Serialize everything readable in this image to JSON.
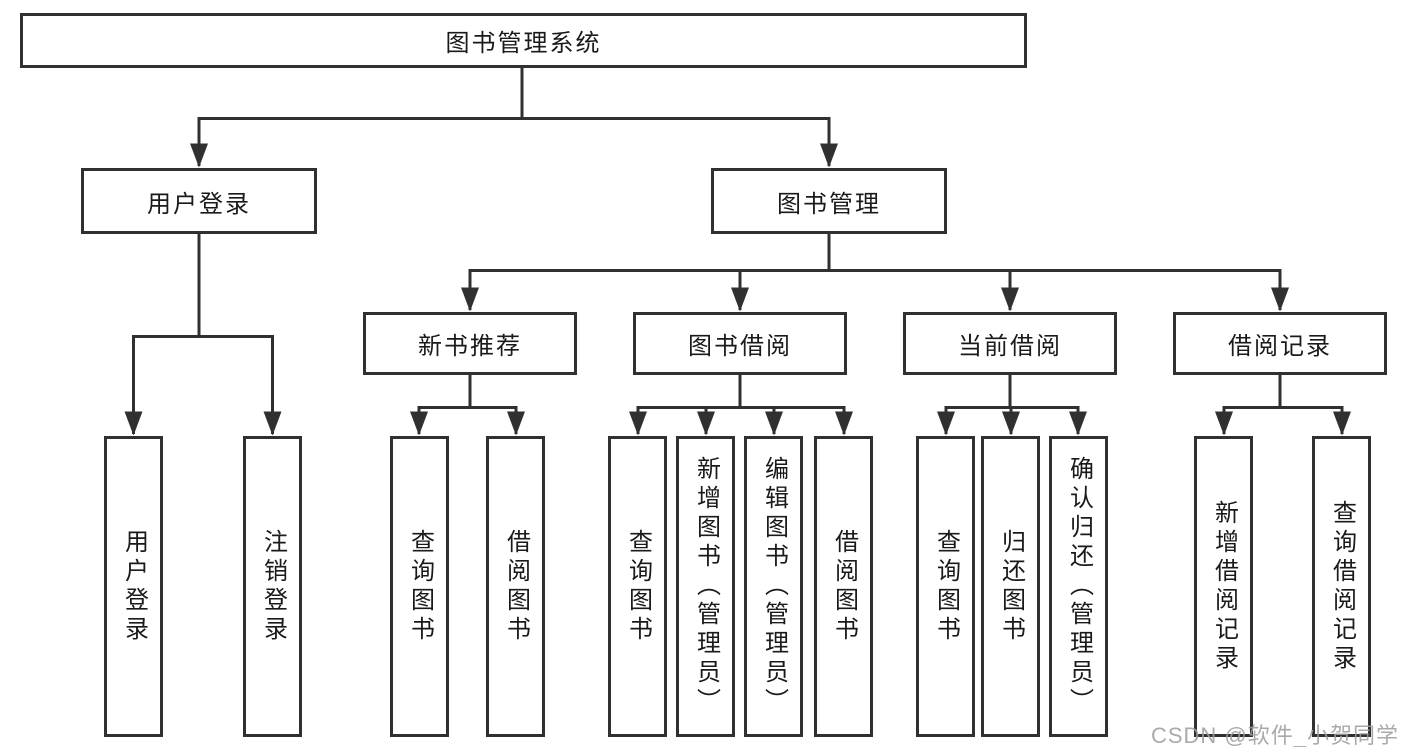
{
  "diagram": {
    "tree": {
      "label": "图书管理系统",
      "children": [
        {
          "label": "用户登录",
          "children": [
            {
              "label": "用户登录"
            },
            {
              "label": "注销登录"
            }
          ]
        },
        {
          "label": "图书管理",
          "children": [
            {
              "label": "新书推荐",
              "children": [
                {
                  "label": "查询图书"
                },
                {
                  "label": "借阅图书"
                }
              ]
            },
            {
              "label": "图书借阅",
              "children": [
                {
                  "label": "查询图书"
                },
                {
                  "label": "新增图书（管理员）"
                },
                {
                  "label": "编辑图书（管理员）"
                },
                {
                  "label": "借阅图书"
                }
              ]
            },
            {
              "label": "当前借阅",
              "children": [
                {
                  "label": "查询图书"
                },
                {
                  "label": "归还图书"
                },
                {
                  "label": "确认归还（管理员）"
                }
              ]
            },
            {
              "label": "借阅记录",
              "children": [
                {
                  "label": "新增借阅记录"
                },
                {
                  "label": "查询借阅记录"
                }
              ]
            }
          ]
        }
      ]
    },
    "watermark": "CSDN @软件_小贺同学",
    "colors": {
      "line": "#303030",
      "box_border": "#303030",
      "text": "#1a1a1a",
      "watermark": "#9e9e9e",
      "background": "#ffffff"
    }
  }
}
